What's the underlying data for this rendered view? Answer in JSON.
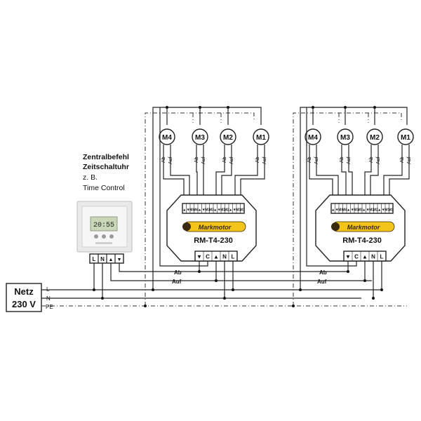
{
  "supply": {
    "label_line1": "Netz",
    "label_line2": "230 V",
    "conductors": [
      "L",
      "N",
      "PE"
    ]
  },
  "controller": {
    "title_line1": "Zentralbefehl",
    "title_line2": "Zeitschaltuhr",
    "note_line1": "z. B.",
    "note_line2": "Time Control",
    "display_time": "20:55",
    "terminals": [
      "L",
      "N",
      "▲",
      "▼"
    ]
  },
  "bus": {
    "down_label": "Ab",
    "up_label": "Auf"
  },
  "modules": [
    {
      "name": "RM-T4-230",
      "logo_text": "Markmotor",
      "top_terminals": [
        "▲",
        "▼",
        "M4",
        "M4",
        "▲",
        "▼",
        "M3",
        "M3",
        "▲",
        "▼",
        "M2",
        "M2",
        "▲",
        "▼",
        "M1",
        "M1"
      ],
      "bottom_terminals": [
        "▼",
        "C",
        "▲",
        "N",
        "L"
      ],
      "motors": [
        "M4",
        "M3",
        "M2",
        "M1"
      ],
      "motor_wire_labels": [
        "Ab",
        "Auf"
      ]
    },
    {
      "name": "RM-T4-230",
      "logo_text": "Markmotor",
      "top_terminals": [
        "▲",
        "▼",
        "M4",
        "M4",
        "▲",
        "▼",
        "M3",
        "M3",
        "▲",
        "▼",
        "M2",
        "M2",
        "▲",
        "▼",
        "M1",
        "M1"
      ],
      "bottom_terminals": [
        "▼",
        "C",
        "▲",
        "N",
        "L"
      ],
      "motors": [
        "M4",
        "M3",
        "M2",
        "M1"
      ],
      "motor_wire_labels": [
        "Ab",
        "Auf"
      ]
    }
  ],
  "colors": {
    "line": "#222222",
    "logo_yellow": "#f3c419",
    "logo_dark": "#3a2a12",
    "device_face": "#ececec",
    "lcd": "#c9d6b8"
  }
}
